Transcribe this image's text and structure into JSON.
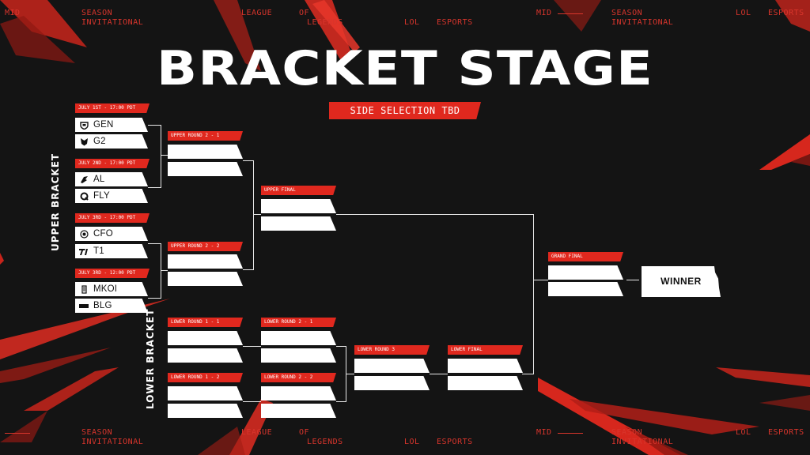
{
  "ticker_top": {
    "left_season": "SEASON",
    "left_invitational": "INVITATIONAL",
    "mid": "MID",
    "league": "LEAGUE",
    "of": "OF",
    "legends": "LEGENDS",
    "lol": "LOL",
    "esports": "ESPORTS",
    "right_mid": "MID",
    "right_season": "SEASON",
    "right_invitational": "INVITATIONAL",
    "right_lol": "LOL",
    "right_esports": "ESPORTS"
  },
  "ticker_bottom": {
    "season": "SEASON",
    "invitational": "INVITATIONAL",
    "league": "LEAGUE",
    "of": "OF",
    "legends": "LEGENDS",
    "lol": "LOL",
    "esports": "ESPORTS",
    "mid": "MID",
    "right_season": "SEASON",
    "right_invitational": "INVITATIONAL",
    "right_lol": "LOL",
    "right_esports": "ESPORTS"
  },
  "title": "BRACKET STAGE",
  "side_selection": "SIDE SELECTION TBD",
  "upper_bracket_label": "UPPER BRACKET",
  "lower_bracket_label": "LOWER BRACKET",
  "round1": [
    {
      "time": "JULY 1ST - 17:00 PDT",
      "teams": [
        {
          "name": "GEN",
          "icon": "gen-logo"
        },
        {
          "name": "G2",
          "icon": "g2-logo"
        }
      ]
    },
    {
      "time": "JULY 2ND - 17:00 PDT",
      "teams": [
        {
          "name": "AL",
          "icon": "al-logo"
        },
        {
          "name": "FLY",
          "icon": "fly-logo"
        }
      ]
    },
    {
      "time": "JULY 3RD - 17:00 PDT",
      "teams": [
        {
          "name": "CFO",
          "icon": "cfo-logo"
        },
        {
          "name": "T1",
          "icon": "t1-logo"
        }
      ]
    },
    {
      "time": "JULY 3RD - 12:00 PDT",
      "teams": [
        {
          "name": "MKOI",
          "icon": "mkoi-logo"
        },
        {
          "name": "BLG",
          "icon": "blg-logo"
        }
      ]
    }
  ],
  "upper_round2_1": "UPPER ROUND 2 - 1",
  "upper_round2_2": "UPPER ROUND 2 - 2",
  "upper_final": "UPPER FINAL",
  "grand_final": "GRAND FINAL",
  "winner": "WINNER",
  "lower_round1_1": "LOWER ROUND 1 - 1",
  "lower_round1_2": "LOWER ROUND 1 - 2",
  "lower_round2_1": "LOWER ROUND 2 - 1",
  "lower_round2_2": "LOWER ROUND 2 - 2",
  "lower_round3": "LOWER ROUND 3",
  "lower_final": "LOWER FINAL",
  "colors": {
    "accent": "#e0281e",
    "background": "#141414",
    "slot": "#ffffff",
    "line": "#e8e8e8"
  }
}
